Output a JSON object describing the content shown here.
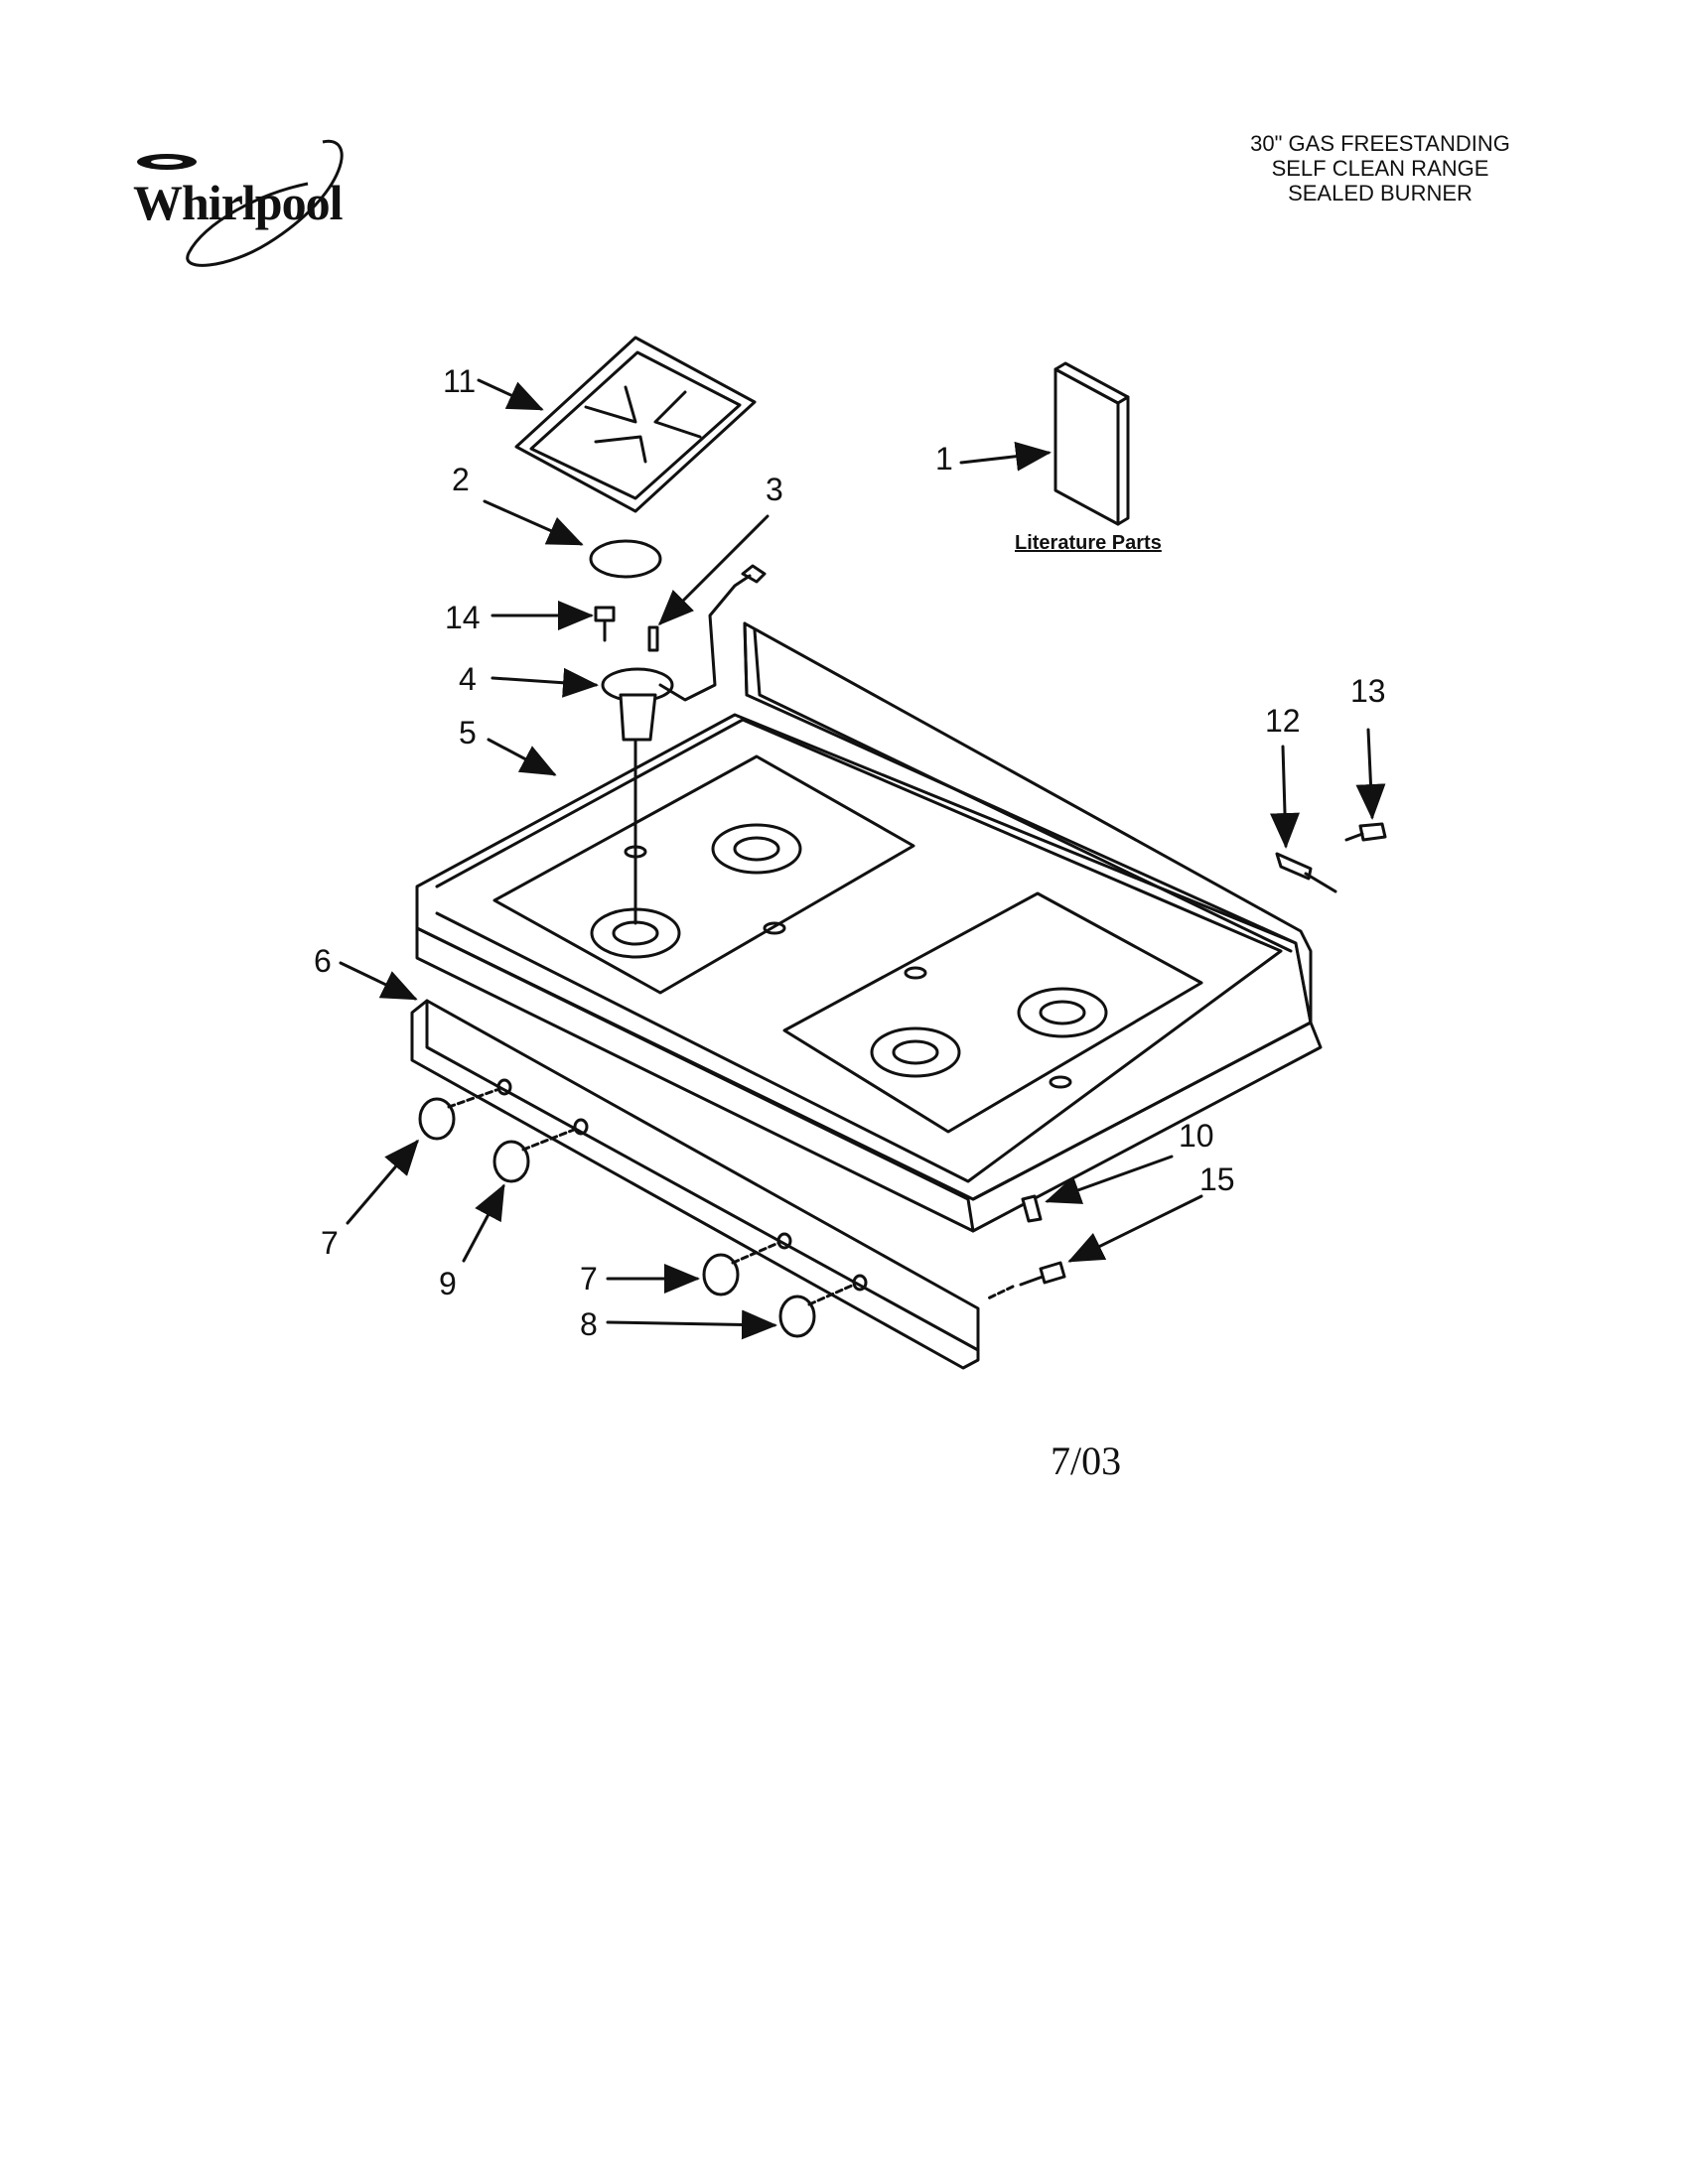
{
  "brand": {
    "name": "Whirlpool"
  },
  "header": {
    "title_lines": [
      "30\" GAS FREESTANDING",
      "SELF CLEAN RANGE",
      "SEALED BURNER"
    ]
  },
  "literature": {
    "label": "Literature Parts"
  },
  "callouts": {
    "c1": "1",
    "c2": "2",
    "c3": "3",
    "c4": "4",
    "c5": "5",
    "c6": "6",
    "c7a": "7",
    "c7b": "7",
    "c8": "8",
    "c9": "9",
    "c10": "10",
    "c11": "11",
    "c12": "12",
    "c13": "13",
    "c14": "14",
    "c15": "15"
  },
  "footer": {
    "date": "7/03"
  }
}
